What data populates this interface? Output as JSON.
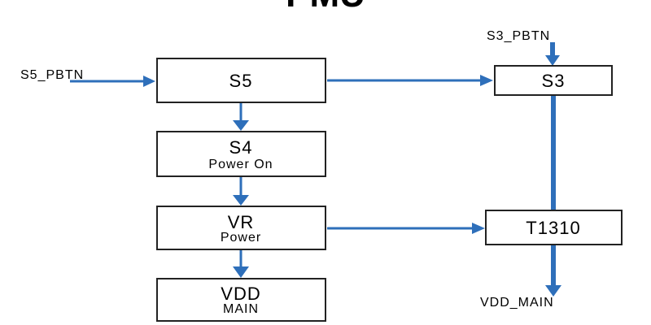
{
  "title": "PMU",
  "blocks": {
    "s5": {
      "label": "S5"
    },
    "s4": {
      "label": "S4",
      "sub": "Power On"
    },
    "vr": {
      "label": "VR",
      "sub": "Power"
    },
    "vdd": {
      "label": "VDD",
      "sub": "MAIN"
    },
    "s3": {
      "label": "S3"
    },
    "t1310": {
      "label": "T1310"
    }
  },
  "signals": {
    "s5_pbtn": "S5_PBTN",
    "s3_pbtn": "S3_PBTN",
    "vdd_main": "VDD_MAIN"
  },
  "colors": {
    "arrow": "#2e6fba",
    "box_border": "#222222"
  }
}
